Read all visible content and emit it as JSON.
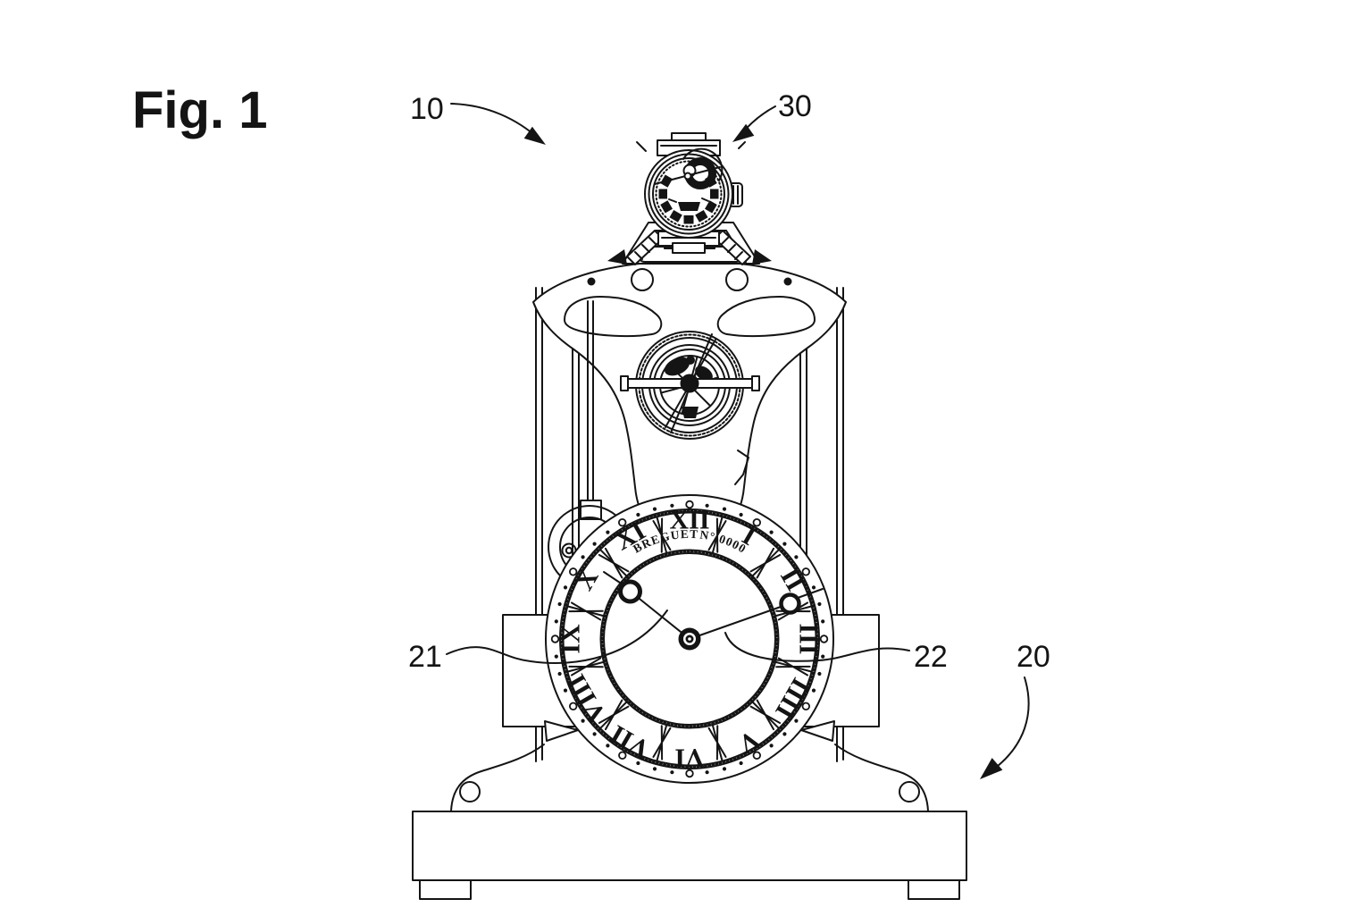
{
  "figure": {
    "label": "Fig. 1"
  },
  "references": {
    "ref10": "10",
    "ref30": "30",
    "ref21": "21",
    "ref22": "22",
    "ref20": "20"
  },
  "clock_dial": {
    "brand": "BREGUET",
    "serial": "N° 0000",
    "numerals": [
      "XII",
      "I",
      "II",
      "III",
      "IIII",
      "V",
      "VI",
      "VII",
      "VIII",
      "IX",
      "X",
      "XI"
    ]
  },
  "colors": {
    "ink": "#141414",
    "paper": "#ffffff"
  }
}
